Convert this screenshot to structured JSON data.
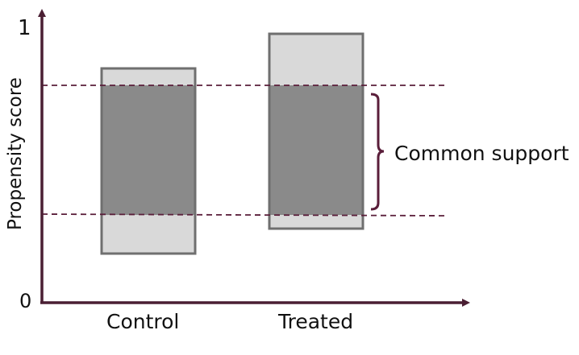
{
  "axes": {
    "y_label": "Propensity score",
    "y_top_tick": "1",
    "y_bottom_tick": "0",
    "color": "#4a1f33"
  },
  "groups": {
    "control_label": "Control",
    "treated_label": "Treated"
  },
  "annotation": {
    "common_support_label": "Common support",
    "color": "#5a1e3a"
  },
  "colors": {
    "light_fill": "#d9d9d9",
    "dark_fill": "#8a8a8a",
    "box_stroke": "#6f6f6f"
  }
}
